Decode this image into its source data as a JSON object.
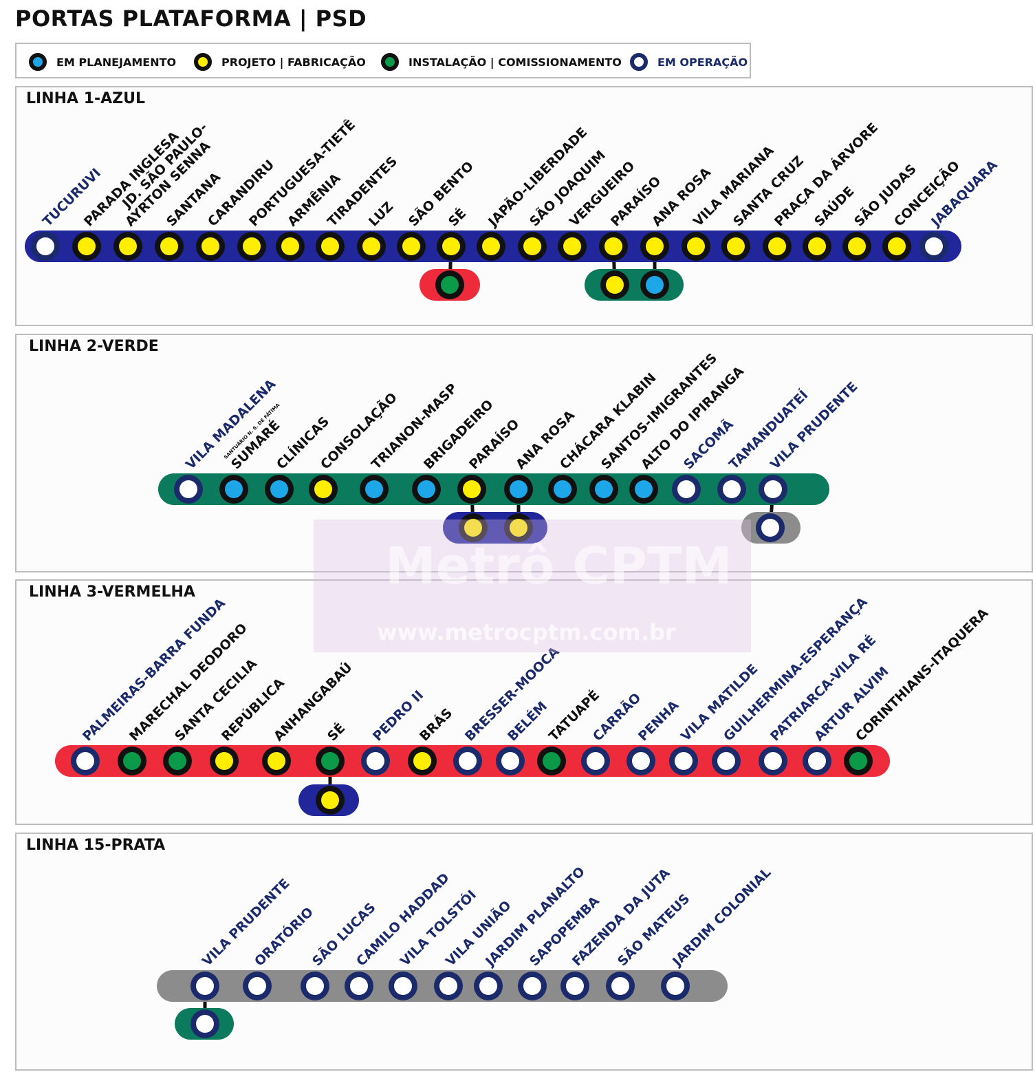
{
  "title": "PORTAS PLATAFORMA | PSD",
  "colors": {
    "planning": "#1ea7e8",
    "project": "#ffee00",
    "install": "#0a9a4a",
    "operation": "#ffffff",
    "operation_ring": "#1b2a6b",
    "dot_ring": "#111111",
    "op_label": "#1b2a6b",
    "line_azul": "#21279a",
    "line_verde": "#0c7a5c",
    "line_vermelha": "#ee2b3b",
    "line_prata": "#8c8c8c"
  },
  "legend": [
    {
      "status": "planning",
      "label": "EM PLANEJAMENTO"
    },
    {
      "status": "project",
      "label": "PROJETO | FABRICAÇÃO"
    },
    {
      "status": "install",
      "label": "INSTALAÇÃO | COMISSIONAMENTO"
    },
    {
      "status": "operation",
      "label": "EM OPERAÇÃO"
    }
  ],
  "lines": [
    {
      "name": "LINHA 1-AZUL",
      "color": "line_azul",
      "stations": [
        {
          "label": "TUCURUVI",
          "status": "operation"
        },
        {
          "label": "PARADA INGLESA",
          "status": "project"
        },
        {
          "label": "JD. SÃO PAULO-|AYRTON SENNA",
          "status": "project"
        },
        {
          "label": "SANTANA",
          "status": "project"
        },
        {
          "label": "CARANDIRU",
          "status": "project"
        },
        {
          "label": "PORTUGUESA-TIETÊ",
          "status": "project"
        },
        {
          "label": "ARMÊNIA",
          "status": "project"
        },
        {
          "label": "TIRADENTES",
          "status": "project"
        },
        {
          "label": "LUZ",
          "status": "project"
        },
        {
          "label": "SÃO BENTO",
          "status": "project"
        },
        {
          "label": "SÉ",
          "status": "project"
        },
        {
          "label": "JAPÃO-LIBERDADE",
          "status": "project"
        },
        {
          "label": "SÃO JOAQUIM",
          "status": "project"
        },
        {
          "label": "VERGUEIRO",
          "status": "project"
        },
        {
          "label": "PARAÍSO",
          "status": "project"
        },
        {
          "label": "ANA ROSA",
          "status": "project"
        },
        {
          "label": "VILA MARIANA",
          "status": "project"
        },
        {
          "label": "SANTA CRUZ",
          "status": "project"
        },
        {
          "label": "PRAÇA DA ÁRVORE",
          "status": "project"
        },
        {
          "label": "SAÚDE",
          "status": "project"
        },
        {
          "label": "SÃO JUDAS",
          "status": "project"
        },
        {
          "label": "CONCEIÇÃO",
          "status": "project"
        },
        {
          "label": "JABAQUARA",
          "status": "operation"
        }
      ],
      "transfers": [
        {
          "color": "line_vermelha",
          "stations": [
            {
              "status": "install"
            }
          ]
        },
        {
          "color": "line_verde",
          "stations": [
            {
              "status": "project"
            },
            {
              "status": "planning"
            }
          ]
        }
      ]
    },
    {
      "name": "LINHA 2-VERDE",
      "color": "line_verde",
      "stations": [
        {
          "label": "VILA MADALENA",
          "status": "operation"
        },
        {
          "label": "SUMARÉ",
          "sublabel": "SANTUÁRIO N. S. DE FÁTIMA",
          "status": "planning"
        },
        {
          "label": "CLÍNICAS",
          "status": "planning"
        },
        {
          "label": "CONSOLAÇÃO",
          "status": "project"
        },
        {
          "label": "TRIANON-MASP",
          "status": "planning"
        },
        {
          "label": "BRIGADEIRO",
          "status": "planning"
        },
        {
          "label": "PARAÍSO",
          "status": "project"
        },
        {
          "label": "ANA ROSA",
          "status": "planning"
        },
        {
          "label": "CHÁCARA KLABIN",
          "status": "planning"
        },
        {
          "label": "SANTOS-IMIGRANTES",
          "status": "planning"
        },
        {
          "label": "ALTO DO IPIRANGA",
          "status": "planning"
        },
        {
          "label": "SACOMÃ",
          "status": "operation"
        },
        {
          "label": "TAMANDUATEÍ",
          "status": "operation"
        },
        {
          "label": "VILA PRUDENTE",
          "status": "operation"
        }
      ],
      "transfers": [
        {
          "color": "line_azul",
          "stations": [
            {
              "status": "project"
            },
            {
              "status": "project"
            }
          ]
        },
        {
          "color": "line_prata",
          "stations": [
            {
              "status": "operation"
            }
          ]
        }
      ]
    },
    {
      "name": "LINHA 3-VERMELHA",
      "color": "line_vermelha",
      "stations": [
        {
          "label": "PALMEIRAS-BARRA FUNDA",
          "status": "operation"
        },
        {
          "label": "MARECHAL DEODORO",
          "status": "install"
        },
        {
          "label": "SANTA CECILIA",
          "status": "install"
        },
        {
          "label": "REPÚBLICA",
          "status": "project"
        },
        {
          "label": "ANHANGABAÚ",
          "status": "project"
        },
        {
          "label": "SÉ",
          "status": "install"
        },
        {
          "label": "PEDRO II",
          "status": "operation"
        },
        {
          "label": "BRÁS",
          "status": "project"
        },
        {
          "label": "BRESSER-MOOCA",
          "status": "operation"
        },
        {
          "label": "BELÉM",
          "status": "operation"
        },
        {
          "label": "TATUAPÉ",
          "status": "install"
        },
        {
          "label": "CARRÃO",
          "status": "operation"
        },
        {
          "label": "PENHA",
          "status": "operation"
        },
        {
          "label": "VILA MATILDE",
          "status": "operation"
        },
        {
          "label": "GUILHERMINA-ESPERANÇA",
          "status": "operation"
        },
        {
          "label": "PATRIARCA-VILA RÉ",
          "status": "operation"
        },
        {
          "label": "ARTUR ALVIM",
          "status": "operation"
        },
        {
          "label": "CORINTHIANS-ITAQUERA",
          "status": "install"
        }
      ],
      "transfers": [
        {
          "color": "line_azul",
          "stations": [
            {
              "status": "project"
            }
          ]
        }
      ]
    },
    {
      "name": "LINHA 15-PRATA",
      "color": "line_prata",
      "stations": [
        {
          "label": "VILA PRUDENTE",
          "status": "operation"
        },
        {
          "label": "ORATÓRIO",
          "status": "operation"
        },
        {
          "label": "SÃO LUCAS",
          "status": "operation"
        },
        {
          "label": "CAMILO HADDAD",
          "status": "operation"
        },
        {
          "label": "VILA TOLSTÓI",
          "status": "operation"
        },
        {
          "label": "VILA UNIÃO",
          "status": "operation"
        },
        {
          "label": "JARDIM PLANALTO",
          "status": "operation"
        },
        {
          "label": "SAPOPEMBA",
          "status": "operation"
        },
        {
          "label": "FAZENDA DA JUTA",
          "status": "operation"
        },
        {
          "label": "SÃO MATEUS",
          "status": "operation"
        },
        {
          "label": "JARDIM COLONIAL",
          "status": "operation"
        }
      ],
      "transfers": [
        {
          "color": "line_verde",
          "stations": [
            {
              "status": "operation"
            }
          ]
        }
      ]
    }
  ],
  "watermark": {
    "brand": "Metrô CPTM",
    "url": "www.metrocptm.com.br"
  }
}
